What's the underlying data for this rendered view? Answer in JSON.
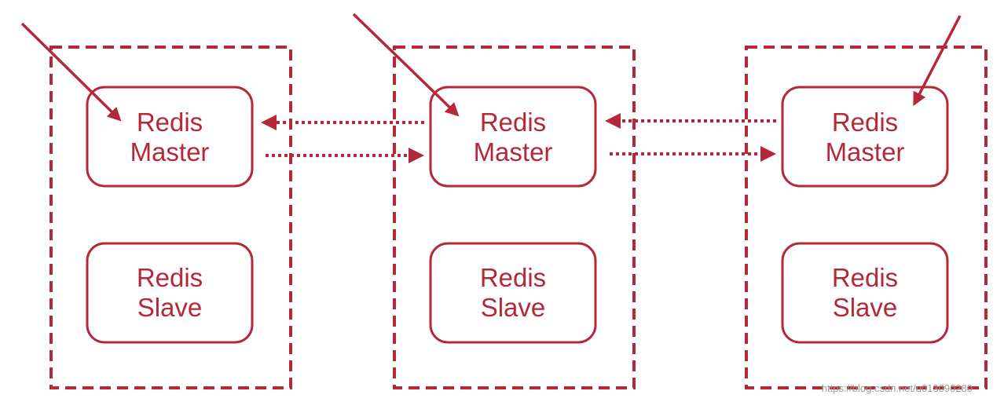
{
  "colors": {
    "accent": "#b5283a",
    "background": "#ffffff"
  },
  "clusters": [
    {
      "master": [
        "Redis",
        "Master"
      ],
      "slave": [
        "Redis",
        "Slave"
      ]
    },
    {
      "master": [
        "Redis",
        "Master"
      ],
      "slave": [
        "Redis",
        "Slave"
      ]
    },
    {
      "master": [
        "Redis",
        "Master"
      ],
      "slave": [
        "Redis",
        "Slave"
      ]
    }
  ],
  "watermark_url": "https://blog.csdn.net/u013090280"
}
